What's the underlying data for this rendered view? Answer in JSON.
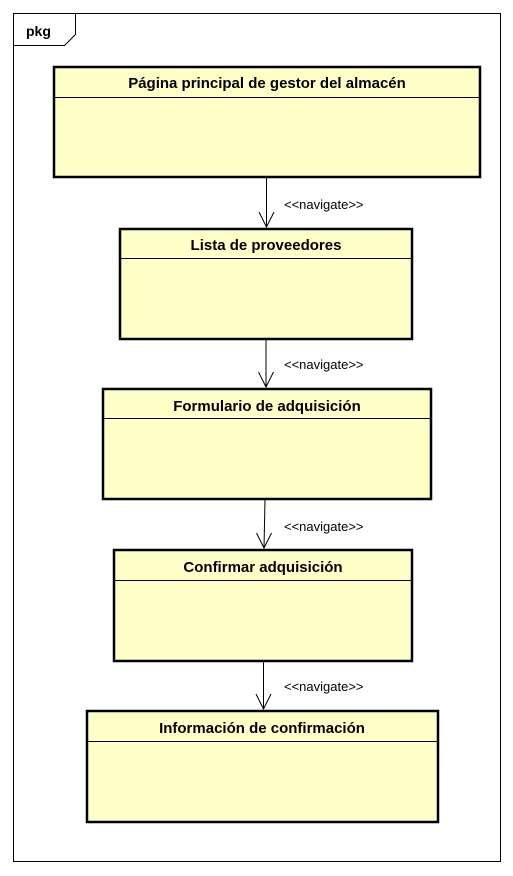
{
  "package": {
    "label": "pkg"
  },
  "colors": {
    "class_fill": "#ffffc8",
    "line": "#000000",
    "background": "#ffffff"
  },
  "nodes": [
    {
      "id": "pagina-principal",
      "title": "Página principal de gestor del almacén"
    },
    {
      "id": "lista-proveedores",
      "title": "Lista de proveedores"
    },
    {
      "id": "formulario-adquisicion",
      "title": "Formulario de adquisición"
    },
    {
      "id": "confirmar-adquisicion",
      "title": "Confirmar adquisición"
    },
    {
      "id": "informacion-confirmacion",
      "title": "Información de confirmación"
    }
  ],
  "edges": [
    {
      "from": "pagina-principal",
      "to": "lista-proveedores",
      "label": "<<navigate>>"
    },
    {
      "from": "lista-proveedores",
      "to": "formulario-adquisicion",
      "label": "<<navigate>>"
    },
    {
      "from": "formulario-adquisicion",
      "to": "confirmar-adquisicion",
      "label": "<<navigate>>"
    },
    {
      "from": "confirmar-adquisicion",
      "to": "informacion-confirmacion",
      "label": "<<navigate>>"
    }
  ]
}
